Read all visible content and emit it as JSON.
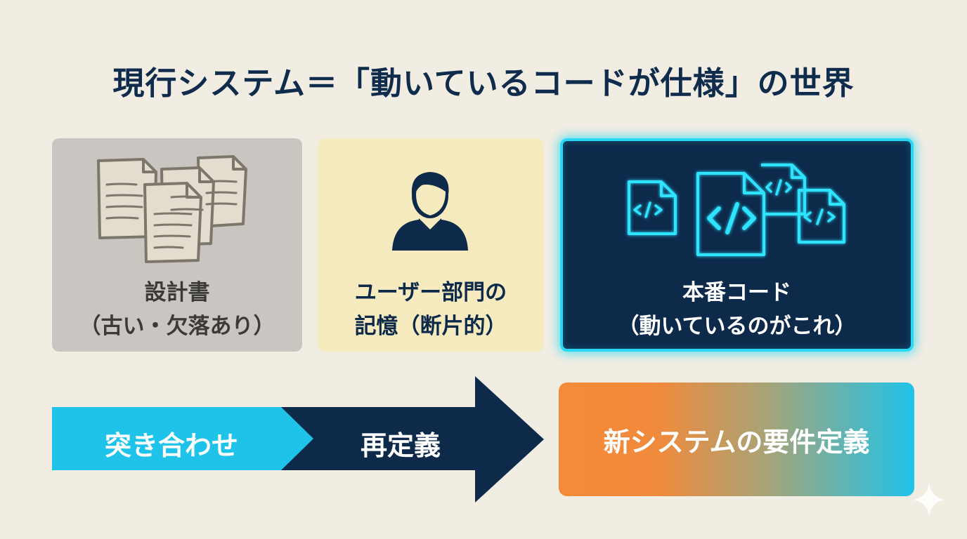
{
  "title": "現行システム＝「動いているコードが仕様」の世界",
  "cards": {
    "design_doc": {
      "line1": "設計書",
      "line2": "（古い・欠落あり）",
      "icon": "stacked-documents-icon"
    },
    "user_memory": {
      "line1": "ユーザー部門の",
      "line2": "記憶（断片的）",
      "icon": "person-icon"
    },
    "production_code": {
      "line1": "本番コード",
      "line2": "（動いているのがこれ）",
      "icon": "code-files-icon",
      "code_glyph": "</>"
    }
  },
  "flow": {
    "step1": "突き合わせ",
    "step2": "再定義",
    "result": "新システムの要件定義"
  },
  "colors": {
    "background": "#f2ede3",
    "navy": "#0d2a4b",
    "cyan": "#29d8f5",
    "arrow_light": "#1fc3ea",
    "design_card": "#c9c6c1",
    "memory_card": "#f6ebbe",
    "orange": "#f58b38"
  }
}
